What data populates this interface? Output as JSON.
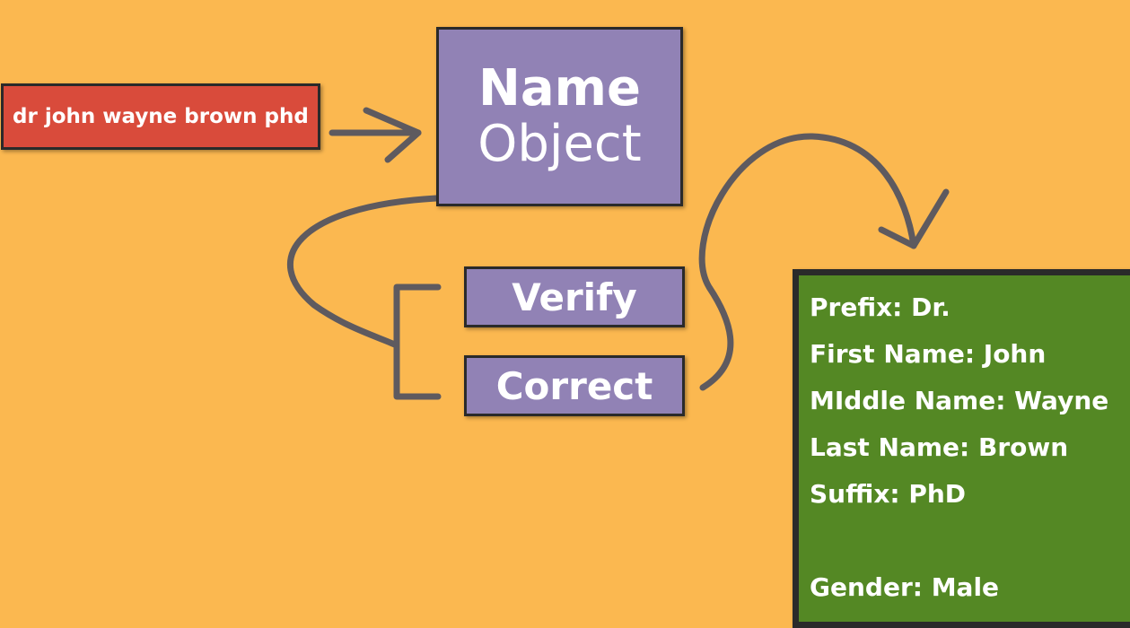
{
  "input": {
    "text": "dr john wayne brown phd"
  },
  "name_object": {
    "line1": "Name",
    "line2": "Object"
  },
  "actions": {
    "verify": "Verify",
    "correct": "Correct"
  },
  "result": {
    "prefix": "Prefix: Dr.",
    "first_name": "First Name: John",
    "middle_name": "MIddle Name: Wayne",
    "last_name": "Last Name: Brown",
    "suffix": "Suffix: PhD",
    "gender": "Gender: Male"
  },
  "colors": {
    "background": "#FBB850",
    "input_box": "#D94B3B",
    "process_box": "#9182B5",
    "result_box": "#548824",
    "connector": "#5E5A5F",
    "border": "#2A2A2A"
  }
}
